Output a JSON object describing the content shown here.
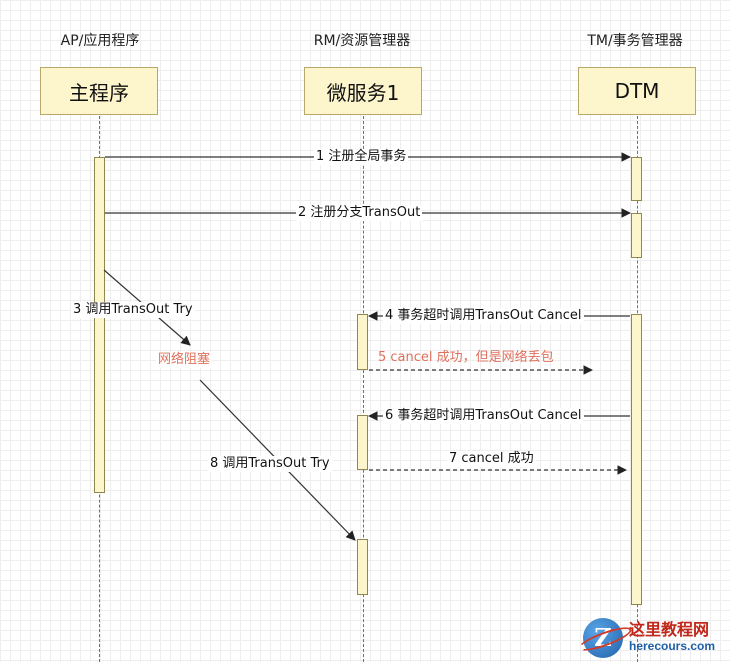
{
  "participants": [
    {
      "role": "AP/应用程序",
      "name": "主程序"
    },
    {
      "role": "RM/资源管理器",
      "name": "微服务1"
    },
    {
      "role": "TM/事务管理器",
      "name": "DTM"
    }
  ],
  "messages": [
    {
      "label": "1 注册全局事务",
      "from": "主程序",
      "to": "DTM",
      "style": "solid"
    },
    {
      "label": "2 注册分支TransOut",
      "from": "主程序",
      "to": "DTM",
      "style": "solid"
    },
    {
      "label": "3 调用TransOut Try",
      "from": "主程序",
      "to": "微服务1",
      "style": "solid"
    },
    {
      "label": "网络阻塞",
      "note": true
    },
    {
      "label": "4 事务超时调用TransOut Cancel",
      "from": "DTM",
      "to": "微服务1",
      "style": "solid"
    },
    {
      "label": "5 cancel 成功，但是网络丢包",
      "from": "微服务1",
      "to": "DTM",
      "style": "dashed",
      "lost": true
    },
    {
      "label": "6 事务超时调用TransOut Cancel",
      "from": "DTM",
      "to": "微服务1",
      "style": "solid"
    },
    {
      "label": "7 cancel 成功",
      "from": "微服务1",
      "to": "DTM",
      "style": "dashed"
    },
    {
      "label": "8 调用TransOut Try",
      "from": "主程序",
      "to": "微服务1",
      "style": "solid"
    }
  ],
  "colors": {
    "activation_fill": "#fdf6cc",
    "highlight_text": "#e0705c",
    "line": "#333333"
  },
  "watermark": {
    "title": "这里教程网",
    "subtitle": "herecours.com",
    "logo_letter": "Z"
  }
}
